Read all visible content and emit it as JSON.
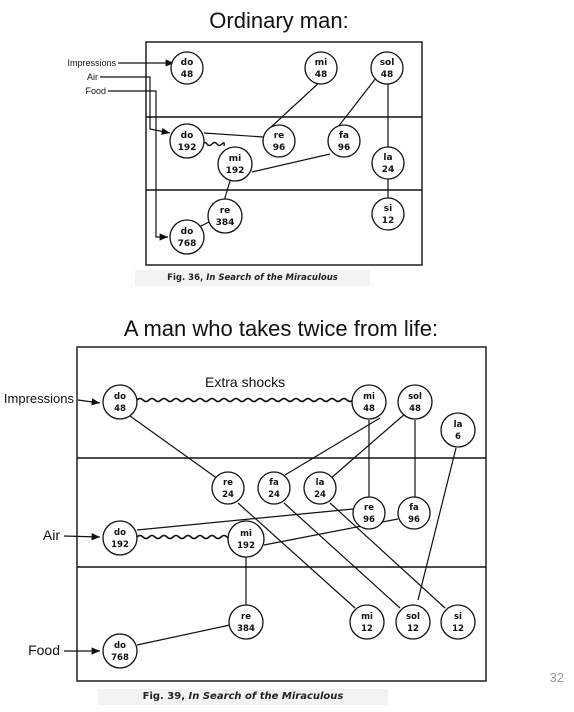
{
  "diagram1": {
    "title": "Ordinary man:",
    "caption_fig": "Fig. 36,",
    "caption_book": "In Search of the Miraculous",
    "inputs": [
      "Impressions",
      "Air",
      "Food"
    ],
    "notes": [
      {
        "id": "d1-do48",
        "name": "do",
        "value": "48"
      },
      {
        "id": "d1-mi48",
        "name": "mi",
        "value": "48"
      },
      {
        "id": "d1-sol48",
        "name": "sol",
        "value": "48"
      },
      {
        "id": "d1-do192",
        "name": "do",
        "value": "192"
      },
      {
        "id": "d1-re96",
        "name": "re",
        "value": "96"
      },
      {
        "id": "d1-fa96",
        "name": "fa",
        "value": "96"
      },
      {
        "id": "d1-mi192",
        "name": "mi",
        "value": "192"
      },
      {
        "id": "d1-la24",
        "name": "la",
        "value": "24"
      },
      {
        "id": "d1-re384",
        "name": "re",
        "value": "384"
      },
      {
        "id": "d1-si12",
        "name": "si",
        "value": "12"
      },
      {
        "id": "d1-do768",
        "name": "do",
        "value": "768"
      }
    ]
  },
  "diagram2": {
    "title": "A man who takes twice from life:",
    "caption_fig": "Fig. 39,",
    "caption_book": "In Search of the Miraculous",
    "extra_shocks": "Extra shocks",
    "inputs": [
      "Impressions",
      "Air",
      "Food"
    ],
    "notes": [
      {
        "id": "d2-do48",
        "name": "do",
        "value": "48"
      },
      {
        "id": "d2-mi48",
        "name": "mi",
        "value": "48"
      },
      {
        "id": "d2-sol48",
        "name": "sol",
        "value": "48"
      },
      {
        "id": "d2-la6",
        "name": "la",
        "value": "6"
      },
      {
        "id": "d2-re24",
        "name": "re",
        "value": "24"
      },
      {
        "id": "d2-fa24",
        "name": "fa",
        "value": "24"
      },
      {
        "id": "d2-la24",
        "name": "la",
        "value": "24"
      },
      {
        "id": "d2-re96",
        "name": "re",
        "value": "96"
      },
      {
        "id": "d2-fa96",
        "name": "fa",
        "value": "96"
      },
      {
        "id": "d2-do192",
        "name": "do",
        "value": "192"
      },
      {
        "id": "d2-mi192",
        "name": "mi",
        "value": "192"
      },
      {
        "id": "d2-re384",
        "name": "re",
        "value": "384"
      },
      {
        "id": "d2-mi12",
        "name": "mi",
        "value": "12"
      },
      {
        "id": "d2-sol12",
        "name": "sol",
        "value": "12"
      },
      {
        "id": "d2-si12",
        "name": "si",
        "value": "12"
      },
      {
        "id": "d2-do768",
        "name": "do",
        "value": "768"
      }
    ]
  },
  "page_number": "32"
}
